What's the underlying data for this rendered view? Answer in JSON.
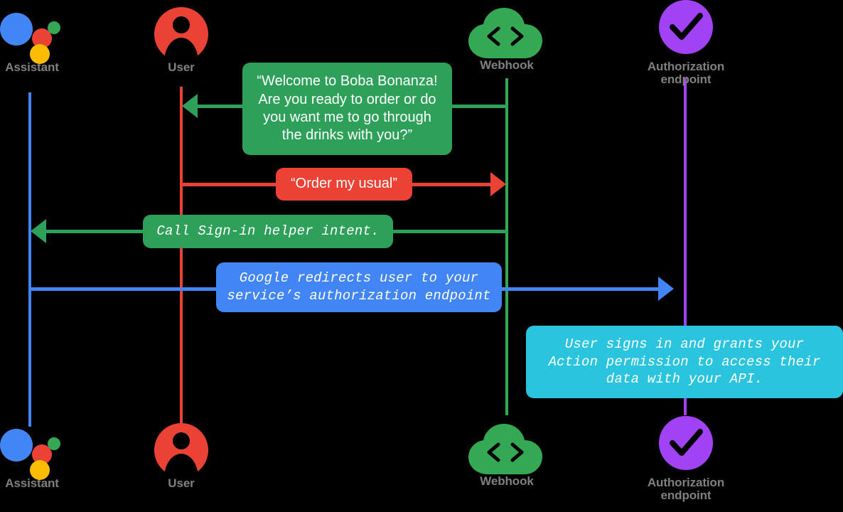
{
  "diagram": {
    "title": "Account linking sequence diagram",
    "background": "#000000",
    "colors": {
      "assistant_blue": "#4285F4",
      "user_red": "#EA4335",
      "webhook_green": "#34A853",
      "auth_purple": "#A142F4",
      "bubble_green": "#2EA05A",
      "bubble_red": "#EA4335",
      "bubble_blue": "#4285F4",
      "bubble_cyan": "#2BC4DE",
      "label_gray": "#808080",
      "text_white": "#FFFFFF"
    }
  },
  "actors_top": [
    {
      "id": "assistant",
      "label": "Assistant",
      "icon": "google-assistant-icon",
      "color": "#4285F4"
    },
    {
      "id": "user",
      "label": "User",
      "icon": "user-avatar-icon",
      "color": "#EA4335"
    },
    {
      "id": "webhook",
      "label": "Webhook",
      "icon": "cloud-code-icon",
      "color": "#34A853"
    },
    {
      "id": "auth",
      "label": "Authorization\nendpoint",
      "icon": "purple-check-icon",
      "color": "#A142F4"
    }
  ],
  "actors_bottom": [
    {
      "id": "assistant",
      "label": "Assistant",
      "icon": "google-assistant-icon",
      "color": "#4285F4"
    },
    {
      "id": "user",
      "label": "User",
      "icon": "user-avatar-icon",
      "color": "#EA4335"
    },
    {
      "id": "webhook",
      "label": "Webhook",
      "icon": "cloud-code-icon",
      "color": "#34A853"
    },
    {
      "id": "auth",
      "label": "Authorization\nendpoint",
      "icon": "purple-check-icon",
      "color": "#A142F4"
    }
  ],
  "messages": [
    {
      "id": "welcome",
      "text": "“Welcome to Boba Bonanza! Are you ready to order or do you want me to go through the drinks with you?”",
      "from": "webhook",
      "to": "user",
      "direction": "left",
      "color": "#2EA05A",
      "font": "sans"
    },
    {
      "id": "order-my-usual",
      "text": "“Order my usual”",
      "from": "user",
      "to": "webhook",
      "direction": "right",
      "color": "#EA4335",
      "font": "sans"
    },
    {
      "id": "sign-in-helper",
      "text": "Call Sign-in helper intent.",
      "from": "webhook",
      "to": "assistant",
      "direction": "left",
      "color": "#2EA05A",
      "font": "mono"
    },
    {
      "id": "google-redirect",
      "text": "Google redirects user to your service’s authorization endpoint",
      "from": "assistant",
      "to": "auth",
      "direction": "right",
      "color": "#4285F4",
      "font": "mono"
    },
    {
      "id": "user-grants-permission",
      "text": "User signs in and grants your Action permission to access their data with your API.",
      "from": "auth",
      "to": "auth",
      "direction": "none",
      "color": "#2BC4DE",
      "font": "mono"
    }
  ]
}
